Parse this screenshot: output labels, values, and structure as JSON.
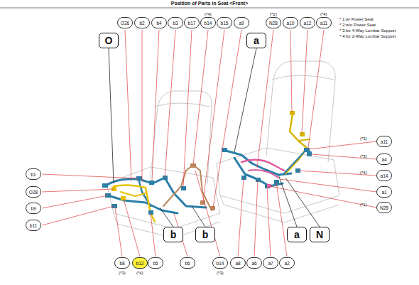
{
  "diagram": {
    "title": "Position of Parts in Seat <Front>",
    "nodes": [
      {
        "text": [
          "O26"
        ]
      },
      {
        "text": [
          "b2"
        ]
      },
      {
        "text": [
          "b4"
        ]
      },
      {
        "text": [
          "b3"
        ]
      },
      {
        "text": [
          "b17"
        ]
      },
      {
        "text": [
          "b14"
        ]
      },
      {
        "text": [
          "b15"
        ]
      },
      {
        "text": [
          "a9"
        ]
      },
      {
        "text": [
          "N28"
        ]
      },
      {
        "text": [
          "a10"
        ]
      },
      {
        "text": [
          "a12"
        ]
      },
      {
        "text": [
          "a11"
        ]
      },
      {
        "text": [
          "O"
        ]
      },
      {
        "text": [
          "a"
        ]
      },
      {
        "text": [
          "b1"
        ]
      },
      {
        "text": [
          "a11"
        ]
      },
      {
        "text": [
          "a4"
        ]
      },
      {
        "text": [
          "O28"
        ]
      },
      {
        "text": [
          "a14"
        ]
      },
      {
        "text": [
          "a1"
        ]
      },
      {
        "text": [
          "b9"
        ]
      },
      {
        "text": [
          "N28"
        ]
      },
      {
        "text": [
          "b11"
        ]
      },
      {
        "text": [
          "b8"
        ]
      },
      {
        "text": [
          "b12"
        ]
      },
      {
        "text": [
          "b5"
        ]
      },
      {
        "text": [
          "b6"
        ]
      },
      {
        "text": [
          "b14"
        ]
      },
      {
        "text": [
          "a8"
        ]
      },
      {
        "text": [
          "a6"
        ]
      },
      {
        "text": [
          "a7"
        ]
      },
      {
        "text": [
          "a2"
        ]
      },
      {
        "text": [
          "b"
        ]
      },
      {
        "text": [
          "b"
        ]
      },
      {
        "text": [
          "a"
        ]
      },
      {
        "text": [
          "N"
        ]
      }
    ],
    "labels": [
      "(*4)",
      "(*2)",
      "(*4)",
      "* 1:w/ Power Seat",
      "* 2:w/o Power Seat",
      "* 3:for 4-Way Lumbar Support",
      "* 4:for 2-Way Lumbar Support",
      "(*3)",
      "(*3)",
      "(*4)",
      "(*1)",
      "(*3)",
      "(*4)",
      "(*3)"
    ]
  }
}
